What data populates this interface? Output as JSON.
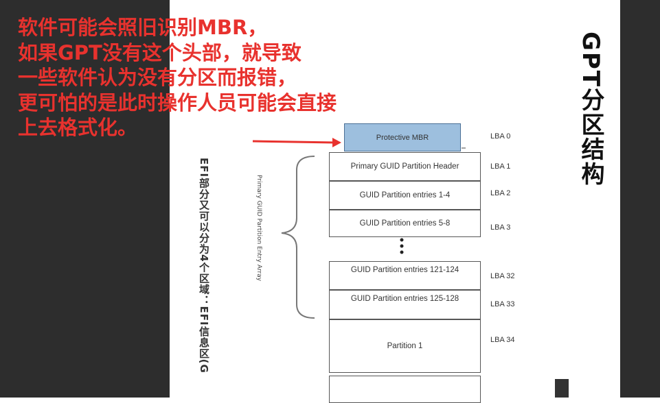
{
  "annotation": {
    "lines": [
      "软件可能会照旧识别MBR，",
      "如果GPT没有这个头部，就导致",
      "一些软件认为没有分区而报错，",
      "更可怕的是此时操作人员可能会直接",
      "上去格式化。"
    ]
  },
  "title": "GPT分区结构",
  "side_text": "EFI部分又可以分为4个区域：EFI信息区(G",
  "brace_label": "Primary GUID Partition Entry Array",
  "blocks": [
    {
      "label": "Protective MBR",
      "lba": "LBA 0"
    },
    {
      "label": "Primary GUID Partition Header",
      "lba": "LBA 1"
    },
    {
      "label": "GUID Partition entries 1-4",
      "lba": "LBA 2"
    },
    {
      "label": "GUID Partition entries 5-8",
      "lba": "LBA 3"
    },
    {
      "label": "GUID Partition entries 121-124",
      "lba": "LBA 32"
    },
    {
      "label": "GUID Partition entries 125-128",
      "lba": "LBA 33"
    },
    {
      "label": "Partition 1",
      "lba": "LBA 34"
    },
    {
      "label": "",
      "lba": ""
    }
  ],
  "colors": {
    "annotation": "#e8322e",
    "mbr_fill": "#9dbfde",
    "panel": "#2d2d2d"
  }
}
